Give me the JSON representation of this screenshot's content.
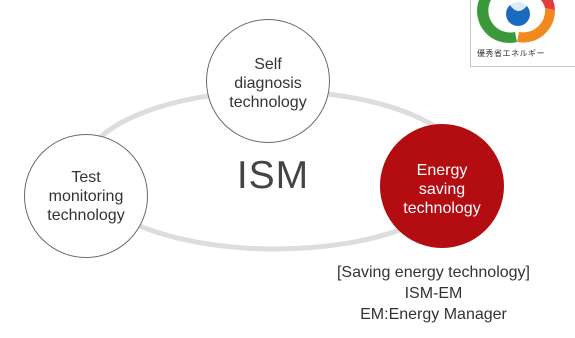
{
  "diagram": {
    "center_label": "ISM",
    "nodes": {
      "self_diagnosis": "Self\ndiagnosis\ntechnology",
      "test_monitoring": "Test\nmonitoring\ntechnology",
      "energy_saving": "Energy\nsaving\ntechnology"
    },
    "caption": {
      "line1": "[Saving energy technology]",
      "line2": "ISM-EM",
      "line3": "EM:Energy Manager"
    }
  },
  "award_logo": {
    "text": "優秀省エネルギー",
    "colors": [
      "#3a9a3a",
      "#f08a1e",
      "#1a6bbf"
    ]
  },
  "colors": {
    "accent": "#b30d12",
    "ring": "#dddddd"
  }
}
